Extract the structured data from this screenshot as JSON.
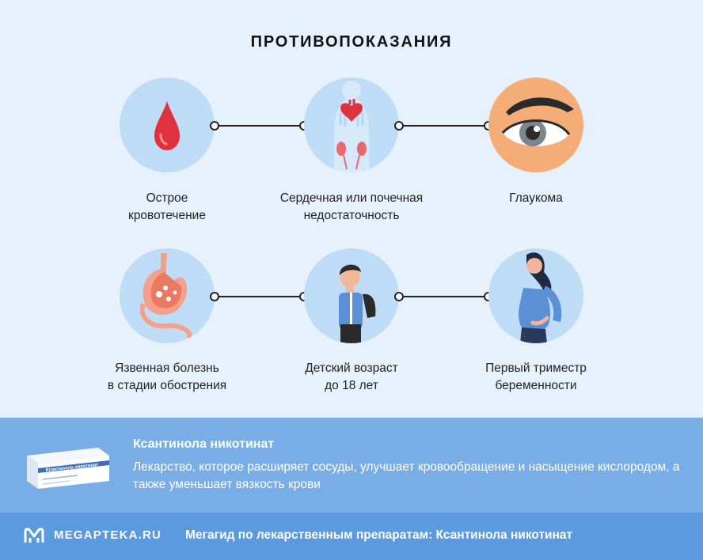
{
  "title": "ПРОТИВОПОКАЗАНИЯ",
  "items": [
    {
      "icon": "blood-drop-icon",
      "line1": "Острое",
      "line2": "кровотечение"
    },
    {
      "icon": "heart-kidney-icon",
      "line1": "Сердечная или почечная",
      "line2": "недостаточность"
    },
    {
      "icon": "eye-icon",
      "line1": "Глаукома",
      "line2": ""
    },
    {
      "icon": "stomach-icon",
      "line1": "Язвенная болезнь",
      "line2": "в стадии обострения"
    },
    {
      "icon": "child-icon",
      "line1": "Детский возраст",
      "line2": "до 18 лет"
    },
    {
      "icon": "pregnant-woman-icon",
      "line1": "Первый триместр",
      "line2": "беременности"
    }
  ],
  "drug": {
    "name": "Ксантинола никотинат",
    "description": "Лекарство, которое расширяет сосуды, улучшает кровообращение и насыщение кислородом, а также уменьшает вязкость крови",
    "box_label": "Ксантинола никотинат"
  },
  "footer": {
    "brand": "MEGAPTEKA.RU",
    "guide": "Мегагид по лекарственным препаратам: Ксантинола никотинат"
  },
  "colors": {
    "background": "#e6f1fc",
    "circle": "#bfdcf6",
    "eye_circle": "#f5ad78",
    "drug_band": "#79ade5",
    "footer": "#5b9adf",
    "drop": "#e0323c"
  }
}
